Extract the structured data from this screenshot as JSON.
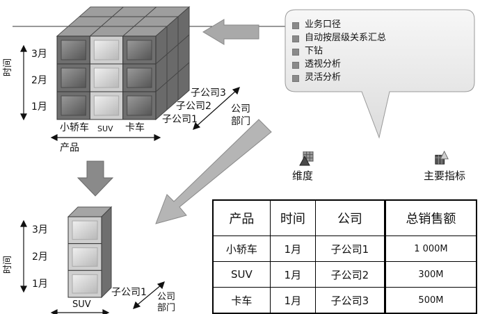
{
  "top_cube": {
    "time_axis_label": "时间",
    "months": [
      "3月",
      "2月",
      "1月"
    ],
    "products": [
      "小轿车",
      "SUV",
      "卡车"
    ],
    "product_axis_label": "产品",
    "companies": [
      "子公司3",
      "子公司2",
      "子公司1"
    ],
    "company_axis_label": "公司\n部门"
  },
  "slice_cube": {
    "time_axis_label": "时间",
    "months": [
      "3月",
      "2月",
      "1月"
    ],
    "product": "SUV",
    "company": "子公司1",
    "company_axis_label": "公司\n部门"
  },
  "callout": {
    "items": [
      "业务口径",
      "自动按层级关系汇总",
      "下钻",
      "透视分析",
      "灵活分析"
    ]
  },
  "legend": {
    "dimension_label": "维度",
    "dimension_icon": "dimension-icon",
    "measure_label": "主要指标",
    "measure_icon": "measure-icon"
  },
  "fact_table": {
    "headers": [
      "产品",
      "时间",
      "公司",
      "总销售额"
    ],
    "rows": [
      [
        "小轿车",
        "1月",
        "子公司1",
        "1 000M"
      ],
      [
        "SUV",
        "1月",
        "子公司2",
        "300M"
      ],
      [
        "卡车",
        "1月",
        "子公司3",
        "500M"
      ]
    ]
  },
  "colors": {
    "cube_dark": "#6f6f6f",
    "cube_mid": "#8c8c8c",
    "cube_light": "#cfcfcf",
    "arrow_gray": "#a9a9a9",
    "bubble_fill": "#ececec"
  }
}
